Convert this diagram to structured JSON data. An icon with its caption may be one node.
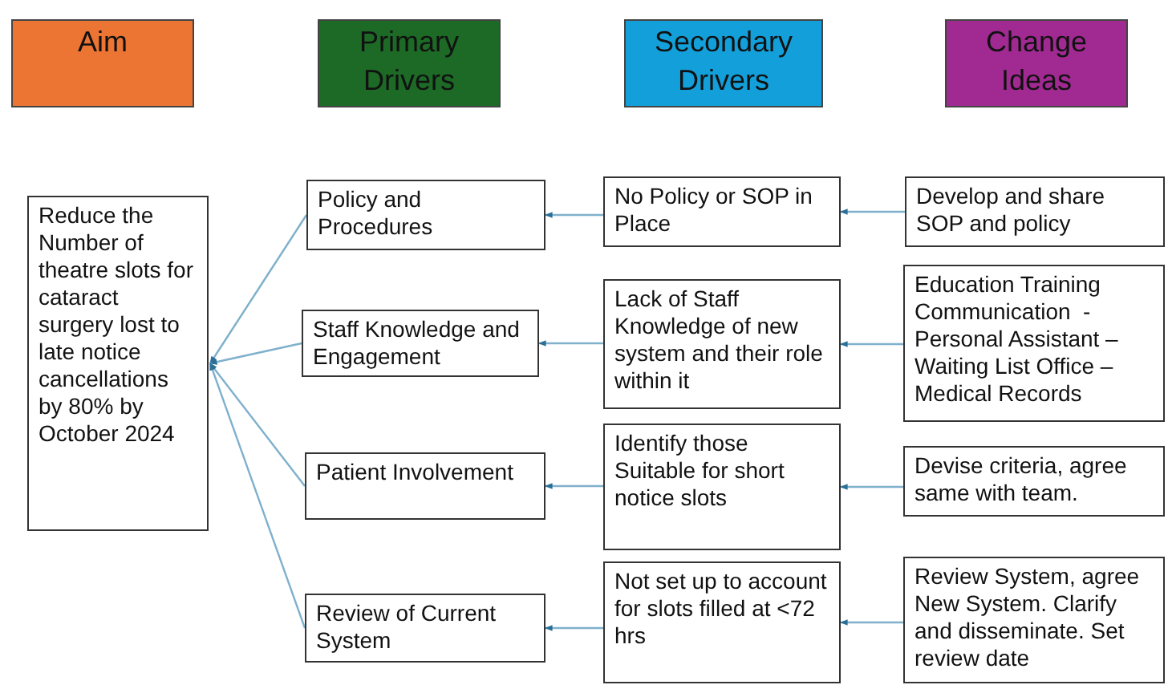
{
  "diagram": {
    "nodes": [
      {
        "text": [
          "Aim"
        ]
      },
      {
        "text": [
          "Primary Drivers"
        ]
      },
      {
        "text": [
          "Secondary Drivers"
        ]
      },
      {
        "text": [
          "Change Ideas"
        ]
      },
      {
        "text": [
          "Reduce the Number of theatre slots for cataract surgery lost to late notice cancellations by 80% by October 2024"
        ]
      },
      {
        "text": [
          "Policy and Procedures"
        ]
      },
      {
        "text": [
          "Staff Knowledge and Engagement"
        ]
      },
      {
        "text": [
          "Patient Involvement"
        ]
      },
      {
        "text": [
          "Review of Current System"
        ]
      },
      {
        "text": [
          "No Policy or SOP in Place"
        ]
      },
      {
        "text": [
          "Lack of Staff Knowledge of new system and their role within it"
        ]
      },
      {
        "text": [
          "Identify those Suitable for short notice slots"
        ]
      },
      {
        "text": [
          "Not set up to account for slots filled at <72 hrs"
        ]
      },
      {
        "text": [
          "Develop and share SOP and policy"
        ]
      },
      {
        "text": [
          "Education Training Communication  - Personal Assistant – Waiting List Office – Medical Records"
        ]
      },
      {
        "text": [
          "Devise criteria, agree same with team."
        ]
      },
      {
        "text": [
          "Review System, agree New System. Clarify and disseminate. Set review date"
        ]
      }
    ],
    "edges": [
      {
        "from": 5,
        "to": 4,
        "arrow": "to"
      },
      {
        "from": 6,
        "to": 4,
        "arrow": "to"
      },
      {
        "from": 7,
        "to": 4,
        "arrow": "to"
      },
      {
        "from": 8,
        "to": 4,
        "arrow": "to"
      },
      {
        "from": 9,
        "to": 5,
        "arrow": "to"
      },
      {
        "from": 10,
        "to": 6,
        "arrow": "to"
      },
      {
        "from": 11,
        "to": 7,
        "arrow": "to"
      },
      {
        "from": 12,
        "to": 8,
        "arrow": "to"
      },
      {
        "from": 13,
        "to": 9,
        "arrow": "to"
      },
      {
        "from": 14,
        "to": 10,
        "arrow": "to"
      },
      {
        "from": 15,
        "to": 11,
        "arrow": "to"
      },
      {
        "from": 16,
        "to": 12,
        "arrow": "to"
      }
    ]
  }
}
